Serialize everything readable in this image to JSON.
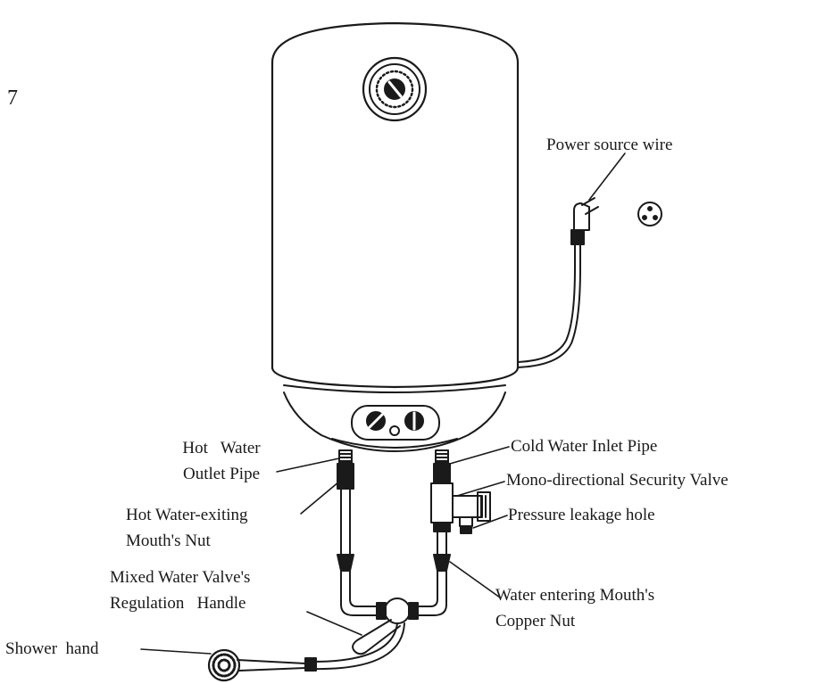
{
  "figure_number": "7",
  "labels": {
    "power_source_wire": "Power source wire",
    "hot_water_outlet_pipe": [
      "Hot   Water",
      "Outlet Pipe"
    ],
    "cold_water_inlet_pipe": "Cold Water Inlet Pipe",
    "security_valve": "Mono-directional Security Valve",
    "pressure_leakage_hole": "Pressure leakage hole",
    "hot_water_nut": [
      "Hot Water-exiting",
      "Mouth's Nut"
    ],
    "mixed_water_valve_handle": [
      "Mixed Water Valve's",
      "Regulation   Handle"
    ],
    "water_entering_nut": [
      "Water entering Mouth's",
      "Copper Nut"
    ],
    "shower_hand": "Shower  hand"
  },
  "colors": {
    "line": "#1a1a1a",
    "background": "#ffffff"
  }
}
